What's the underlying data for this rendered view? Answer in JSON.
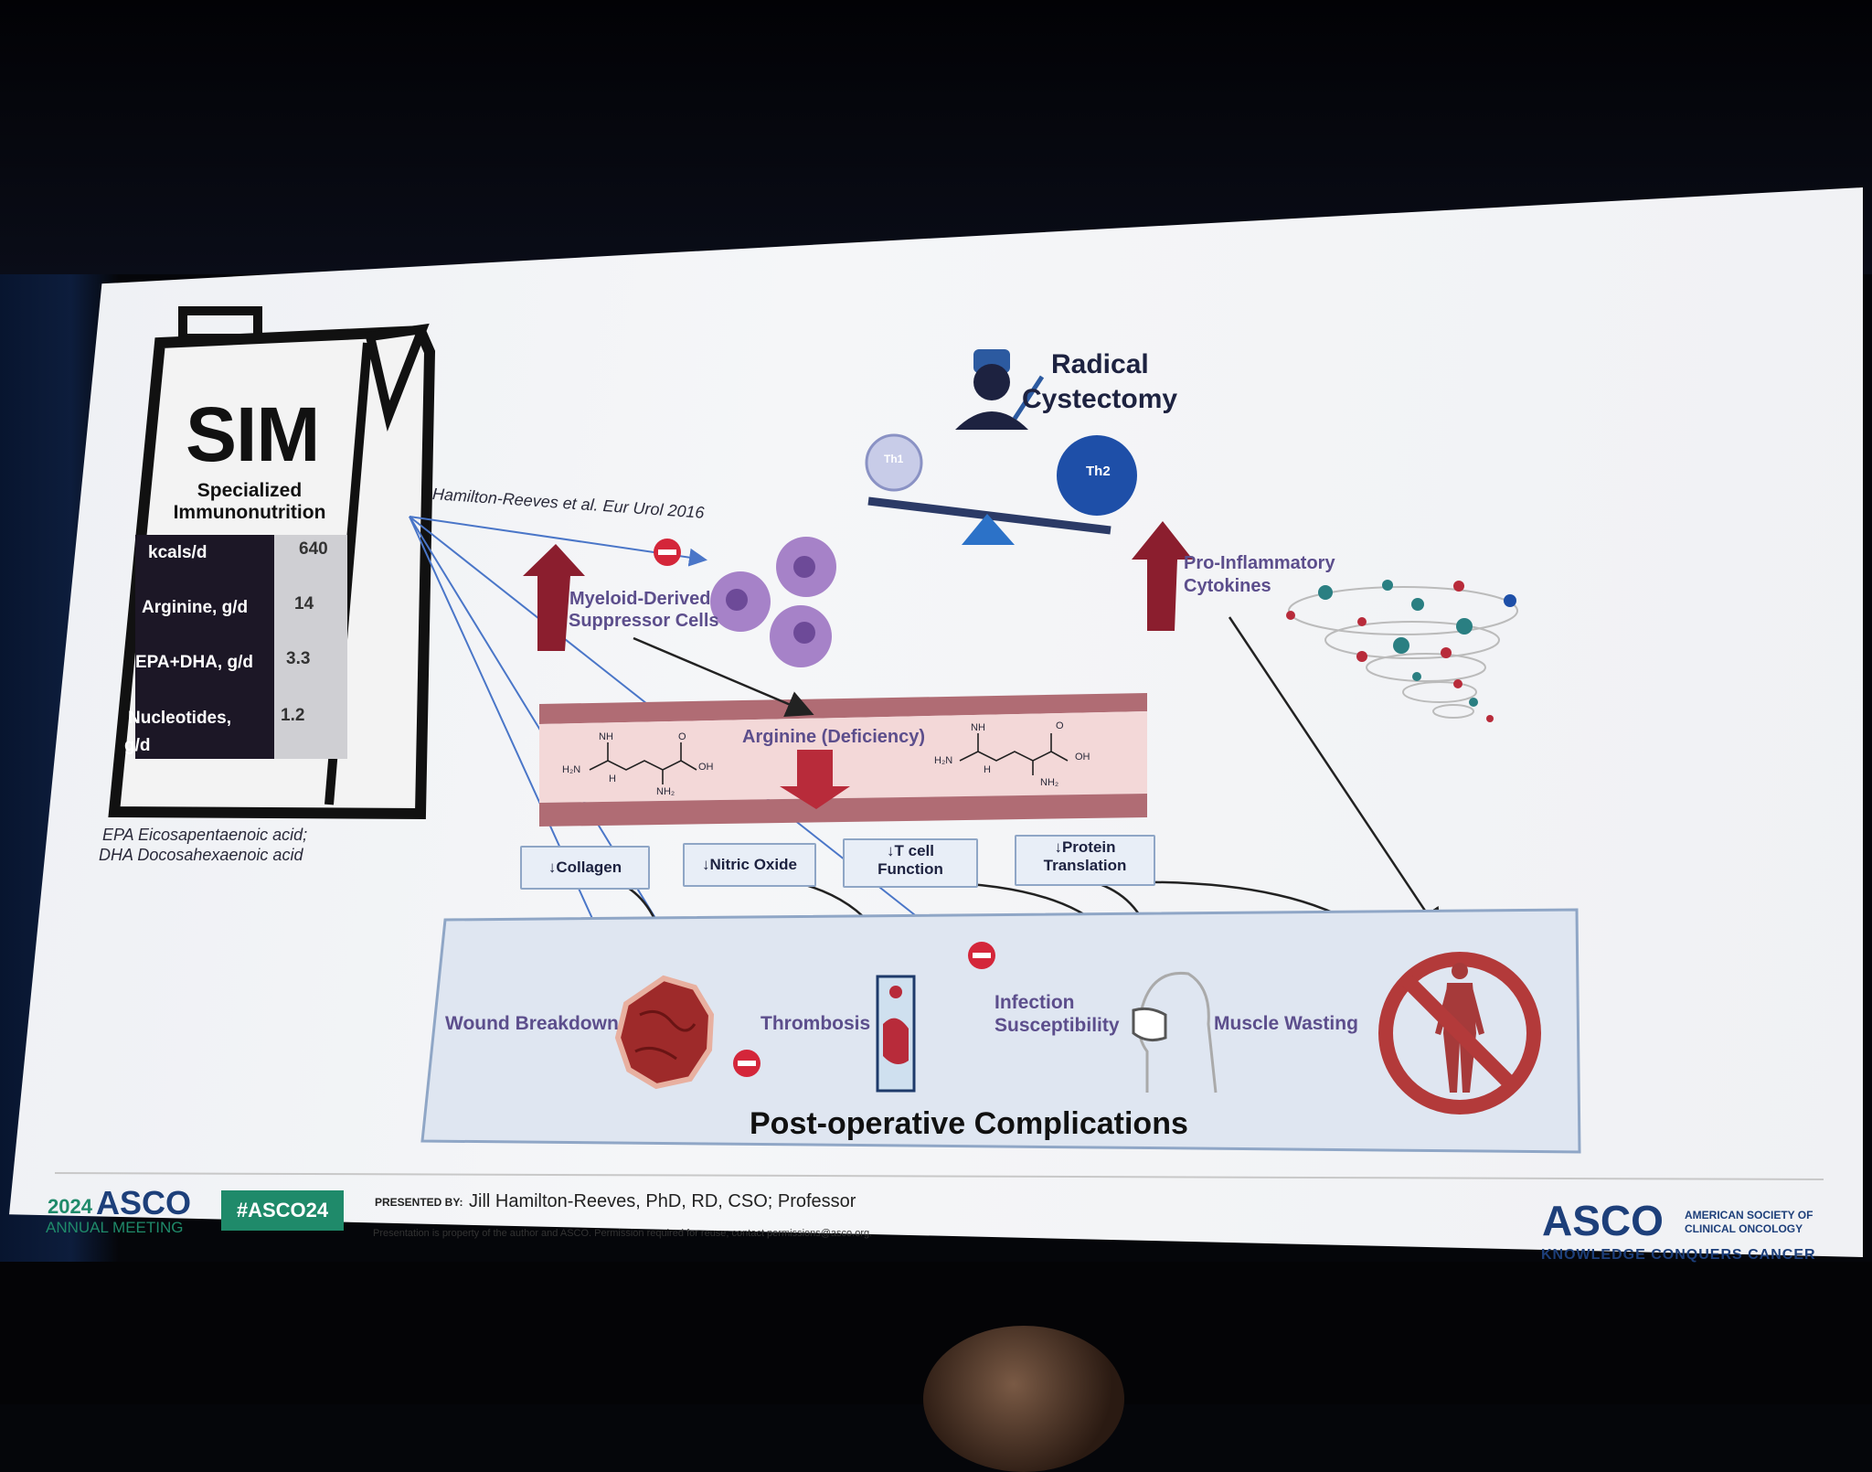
{
  "sim": {
    "title": "SIM",
    "subtitle_line1": "Specialized",
    "subtitle_line2": "Immunonutrition",
    "rows": [
      {
        "label": "kcals/d",
        "value": "640"
      },
      {
        "label": "Arginine, g/d",
        "value": "14"
      },
      {
        "label": "EPA+DHA, g/d",
        "value": "3.3"
      },
      {
        "label_line1": "Nucleotides,",
        "label_line2": "g/d",
        "value": "1.2"
      }
    ],
    "footnote_line1": "EPA Eicosapentaenoic acid;",
    "footnote_line2": "DHA Docosahexaenoic acid"
  },
  "citation": "Hamilton-Reeves et al. Eur Urol 2016",
  "surgery": {
    "line1": "Radical",
    "line2": "Cystectomy",
    "th1": "Th1",
    "th2": "Th2"
  },
  "mdsc": {
    "line1": "Myeloid-Derived",
    "line2": "Suppressor Cells"
  },
  "cytokines": {
    "line1": "Pro-Inflammatory",
    "line2": "Cytokines"
  },
  "vessel": {
    "label": "Arginine (Deficiency)",
    "mol_nh": "NH",
    "mol_h2n": "H₂N",
    "mol_h": "H",
    "mol_oh": "OH",
    "mol_o": "O",
    "mol_nh2": "NH₂"
  },
  "effects": {
    "collagen": "↓Collagen",
    "nitric": "↓Nitric Oxide",
    "tcell_line1": "↓T cell",
    "tcell_line2": "Function",
    "protein_line1": "↓Protein",
    "protein_line2": "Translation"
  },
  "complications": {
    "wound": "Wound Breakdown",
    "thrombosis": "Thrombosis",
    "infection_line1": "Infection",
    "infection_line2": "Susceptibility",
    "muscle": "Muscle Wasting",
    "title": "Post-operative Complications"
  },
  "footer": {
    "year": "2024",
    "asco": "ASCO",
    "annual": "ANNUAL MEETING",
    "hashtag": "#ASCO24",
    "presented_by": "PRESENTED BY:",
    "presenter": "Jill Hamilton-Reeves, PhD, RD, CSO; Professor",
    "disclaimer": "Presentation is property of the author and ASCO. Permission required for reuse; contact permissions@asco.org.",
    "logo": "ASCO",
    "society_line1": "AMERICAN SOCIETY OF",
    "society_line2": "CLINICAL ONCOLOGY",
    "tagline": "KNOWLEDGE CONQUERS CANCER"
  },
  "colors": {
    "dark_red": "#8b1e2e",
    "purple_cell": "#a682c8",
    "blue_th": "#1e4fa8",
    "vessel": "#c98a90",
    "box_border": "#8fa6c6",
    "asco_green": "#1f8a6a",
    "asco_blue": "#1d3f7a"
  },
  "icons": [
    "surgeon-icon",
    "scalpel-icon",
    "balance-scale-icon",
    "no-entry-icon",
    "cytokine-tornado-icon",
    "wound-icon",
    "blood-vessel-icon",
    "face-mask-person-icon",
    "muscle-figure-icon"
  ]
}
